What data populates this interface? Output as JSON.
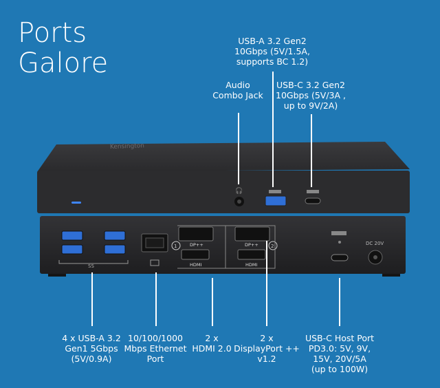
{
  "title": {
    "line1": "Ports",
    "line2": "Galore"
  },
  "brand": "Kensington",
  "labels": {
    "audio": [
      "Audio",
      "Combo Jack"
    ],
    "usba_gen2": [
      "USB-A 3.2 Gen2",
      "10Gbps (5V/1.5A,",
      "supports BC 1.2)"
    ],
    "usbc_gen2": [
      "USB-C 3.2 Gen2",
      "10Gbps (5V/3A ,",
      "up to 9V/2A)"
    ],
    "usba_gen1": [
      "4 x USB-A 3.2",
      "Gen1 5Gbps",
      "(5V/0.9A)"
    ],
    "ethernet": [
      "10/100/1000",
      "Mbps Ethernet",
      "Port"
    ],
    "hdmi": [
      "2 x",
      "HDMI 2.0"
    ],
    "displayport": [
      "2 x",
      "DisplayPort ++",
      "v1.2"
    ],
    "host": [
      "USB-C Host Port",
      "PD3.0: 5V, 9V,",
      "15V, 20V/5A",
      "(up to 100W)"
    ]
  },
  "port_marks": {
    "dp": "DP++",
    "hdmi": "HDMI",
    "one": "1",
    "two": "2",
    "ss": "SS",
    "dc": "DC 20V"
  },
  "colors": {
    "background": "#1f78b4",
    "device": "#2b2b2d",
    "usb_blue": "#2f6fd6"
  }
}
